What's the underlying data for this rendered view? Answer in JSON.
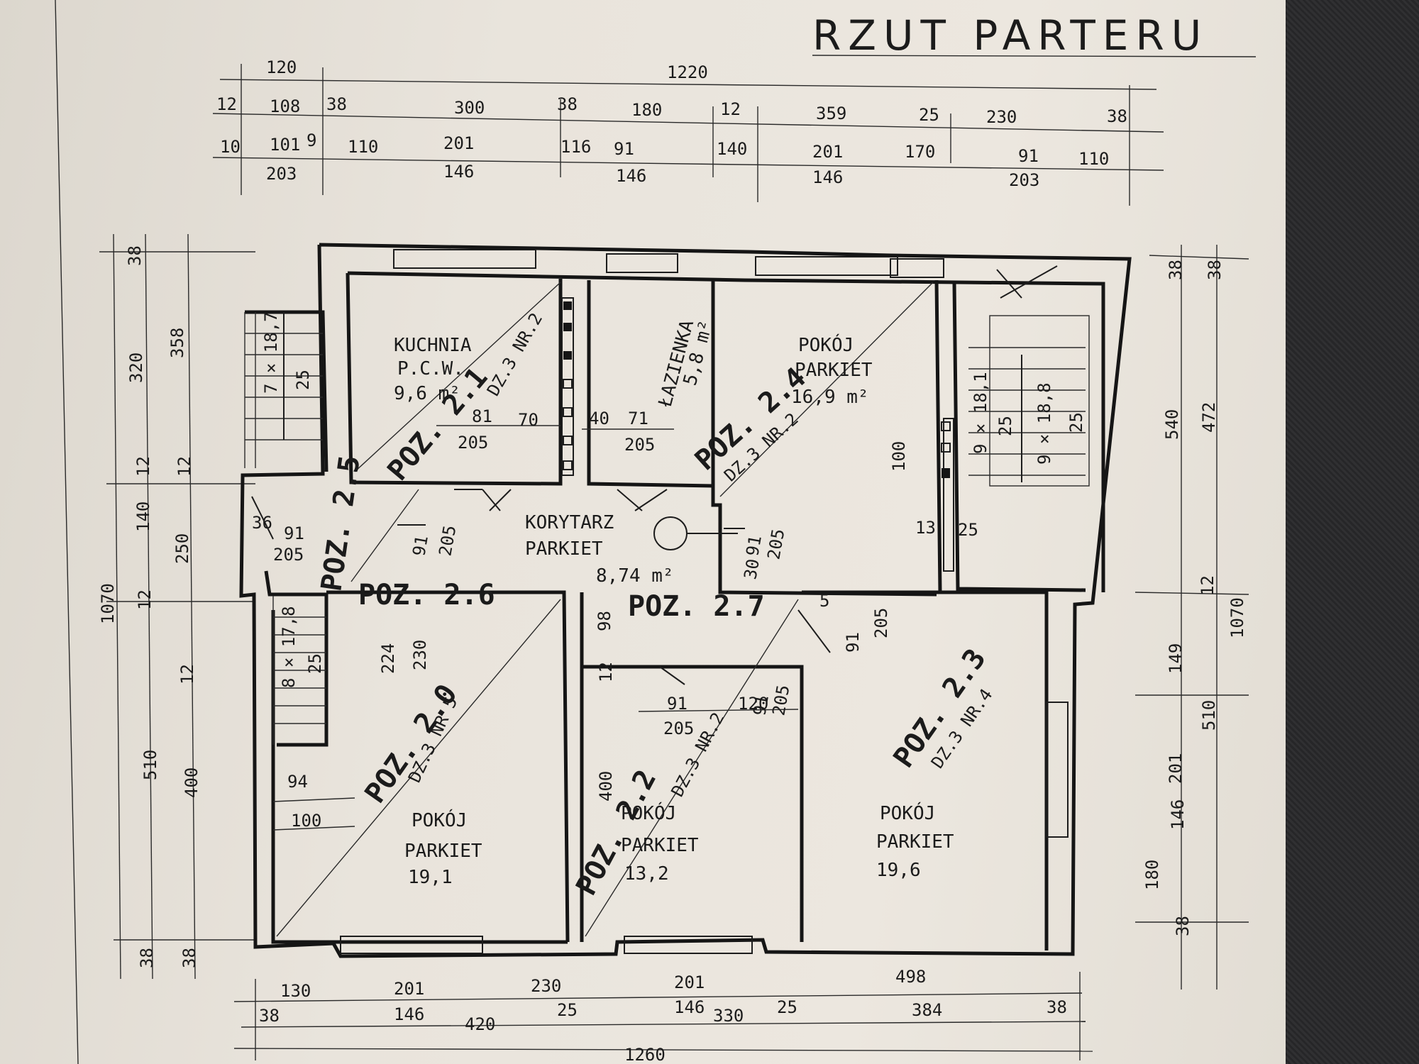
{
  "title": "RZUT PARTERU",
  "dims_top": {
    "row1": [
      "120",
      "1220"
    ],
    "row2": [
      "12",
      "108",
      "38",
      "300",
      "38",
      "180",
      "12",
      "359",
      "25",
      "230",
      "38"
    ],
    "row3": [
      "10",
      "101",
      "9",
      "110",
      "201",
      "116",
      "91",
      "140",
      "201",
      "170",
      "91",
      "110"
    ],
    "row4": [
      "203",
      "146",
      "146",
      "146",
      "203"
    ]
  },
  "dims_bottom": {
    "row1": [
      "130",
      "201",
      "230",
      "201",
      "498"
    ],
    "row2": [
      "146",
      "420",
      "25",
      "146",
      "330",
      "25",
      "384",
      "38"
    ],
    "row3": [
      "38"
    ],
    "total": "1260"
  },
  "dims_left": [
    "38",
    "320",
    "358",
    "12",
    "12",
    "140",
    "250",
    "12",
    "1070",
    "12",
    "510",
    "400",
    "38",
    "38"
  ],
  "dims_right": [
    "38",
    "38",
    "540",
    "472",
    "12",
    "1070",
    "149",
    "510",
    "201",
    "146",
    "180",
    "38"
  ],
  "rooms": [
    {
      "lines": [
        "KUCHNIA",
        "P.C.W.",
        "9,6 m²"
      ],
      "pos": "POZ. 2.1",
      "dz": "DZ.3 NR.2"
    },
    {
      "lines": [
        "ŁAZIENKA",
        "5,8 m²"
      ]
    },
    {
      "lines": [
        "POKÓJ",
        "PARKIET",
        "16,9 m²"
      ],
      "pos": "POZ. 2.4",
      "dz": "DZ.3 NR.2"
    },
    {
      "lines": [
        "KORYTARZ",
        "PARKIET",
        "8,74 m²"
      ]
    },
    {
      "lines": [
        "POKÓJ",
        "PARKIET",
        "19,1"
      ],
      "pos": "POZ. 2.0",
      "dz": "DZ.3 NR 5"
    },
    {
      "lines": [
        "POKÓJ",
        "PARKIET",
        "13,2"
      ],
      "pos": "POZ. 2.2",
      "dz": "DZ.3 NR.2"
    },
    {
      "lines": [
        "POKÓJ",
        "PARKIET",
        "19,6"
      ],
      "pos": "POZ. 2.3",
      "dz": "DZ.3 NR.4"
    }
  ],
  "labels": {
    "poz25": "POZ. 2.5",
    "poz26": "POZ. 2.6",
    "poz27": "POZ. 2.7",
    "stairs_left_top": [
      "7 × 18,7",
      "25"
    ],
    "stairs_left_bottom": [
      "8 × 17,8",
      "25"
    ],
    "stairs_right": [
      "9 × 18,1",
      "25",
      "9 × 18,8",
      "25"
    ]
  },
  "inner_dims": [
    "81",
    "70",
    "205",
    "40",
    "71",
    "205",
    "36",
    "91",
    "205",
    "91",
    "205",
    "100",
    "13",
    "25",
    "91",
    "205",
    "98",
    "224",
    "230",
    "5",
    "91",
    "205",
    "12",
    "91",
    "205",
    "120",
    "400",
    "94",
    "100",
    "30",
    "91",
    "205"
  ]
}
